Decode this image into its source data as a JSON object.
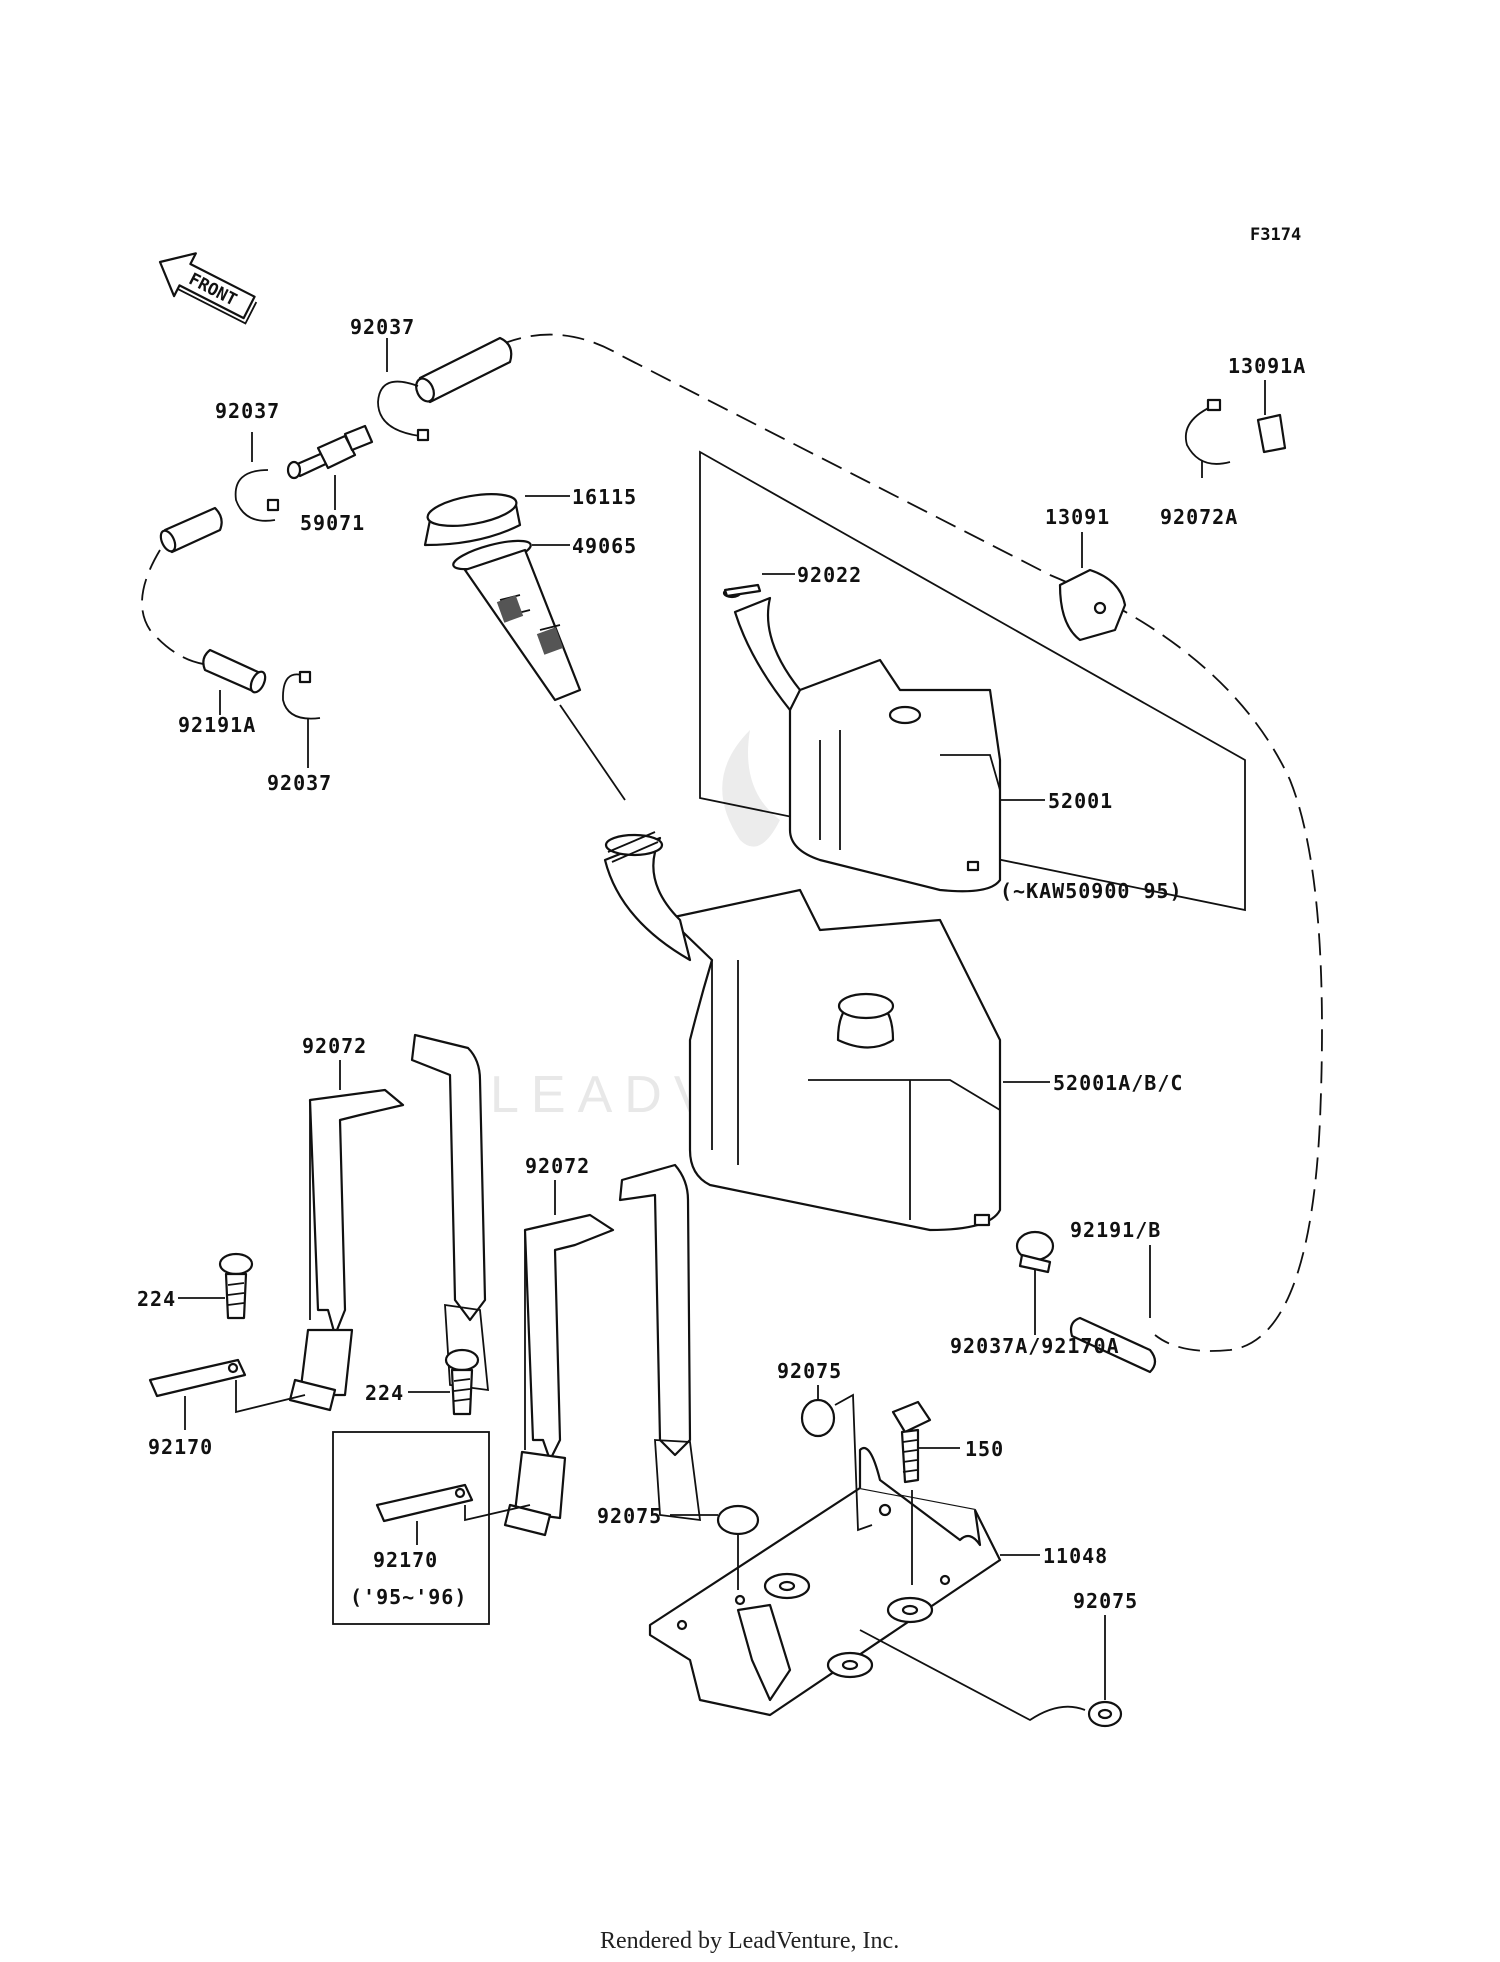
{
  "figure_id": "F3174",
  "watermark": "LEADVENTURE",
  "footer": "Rendered by LeadVenture, Inc.",
  "front_arrow_label": "FRONT",
  "labels": {
    "p92037_a": "92037",
    "p92037_b": "92037",
    "p92037_c": "92037",
    "p59071": "59071",
    "p16115": "16115",
    "p49065": "49065",
    "p92191A": "92191A",
    "p13091A": "13091A",
    "p13091": "13091",
    "p92072A": "92072A",
    "p92022": "92022",
    "p52001": "52001",
    "kaw_note": "(~KAW50900   95)",
    "p52001ABC": "52001A/B/C",
    "p92072_a": "92072",
    "p92072_b": "92072",
    "p224_a": "224",
    "p224_b": "224",
    "p92170_a": "92170",
    "p92170_b": "92170",
    "year_note": "('95~'96)",
    "p92191B": "92191/B",
    "p92037A": "92037A/92170A",
    "p92075_a": "92075",
    "p92075_b": "92075",
    "p92075_c": "92075",
    "p150": "150",
    "p11048": "11048"
  }
}
